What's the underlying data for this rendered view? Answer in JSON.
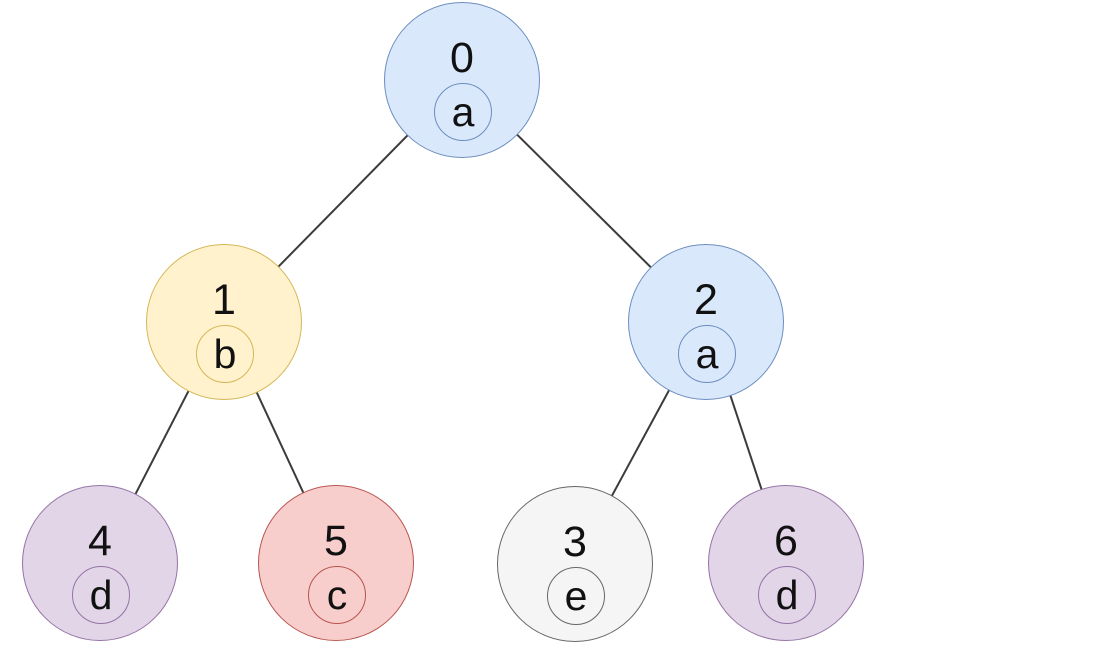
{
  "diagram": {
    "kind": "binary-tree",
    "background_color": "#ffffff",
    "edge_color": "#3b3b3b",
    "nodes": [
      {
        "id": "0",
        "value": "a",
        "level": 0,
        "color_name": "blue",
        "fill": "#dae8fc",
        "stroke": "#6c8ebf"
      },
      {
        "id": "1",
        "value": "b",
        "level": 1,
        "color_name": "yellow",
        "fill": "#fff2cc",
        "stroke": "#d6b656"
      },
      {
        "id": "2",
        "value": "a",
        "level": 1,
        "color_name": "blue",
        "fill": "#dae8fc",
        "stroke": "#6c8ebf"
      },
      {
        "id": "4",
        "value": "d",
        "level": 2,
        "color_name": "purple",
        "fill": "#e1d5e7",
        "stroke": "#9673a6"
      },
      {
        "id": "5",
        "value": "c",
        "level": 2,
        "color_name": "red",
        "fill": "#f8cecc",
        "stroke": "#b85450"
      },
      {
        "id": "3",
        "value": "e",
        "level": 2,
        "color_name": "gray",
        "fill": "#f5f5f5",
        "stroke": "#666666"
      },
      {
        "id": "6",
        "value": "d",
        "level": 2,
        "color_name": "purple",
        "fill": "#e1d5e7",
        "stroke": "#9673a6"
      }
    ],
    "edges": [
      {
        "from": "0",
        "to": "1"
      },
      {
        "from": "0",
        "to": "2"
      },
      {
        "from": "1",
        "to": "4"
      },
      {
        "from": "1",
        "to": "5"
      },
      {
        "from": "2",
        "to": "3"
      },
      {
        "from": "2",
        "to": "6"
      }
    ]
  }
}
